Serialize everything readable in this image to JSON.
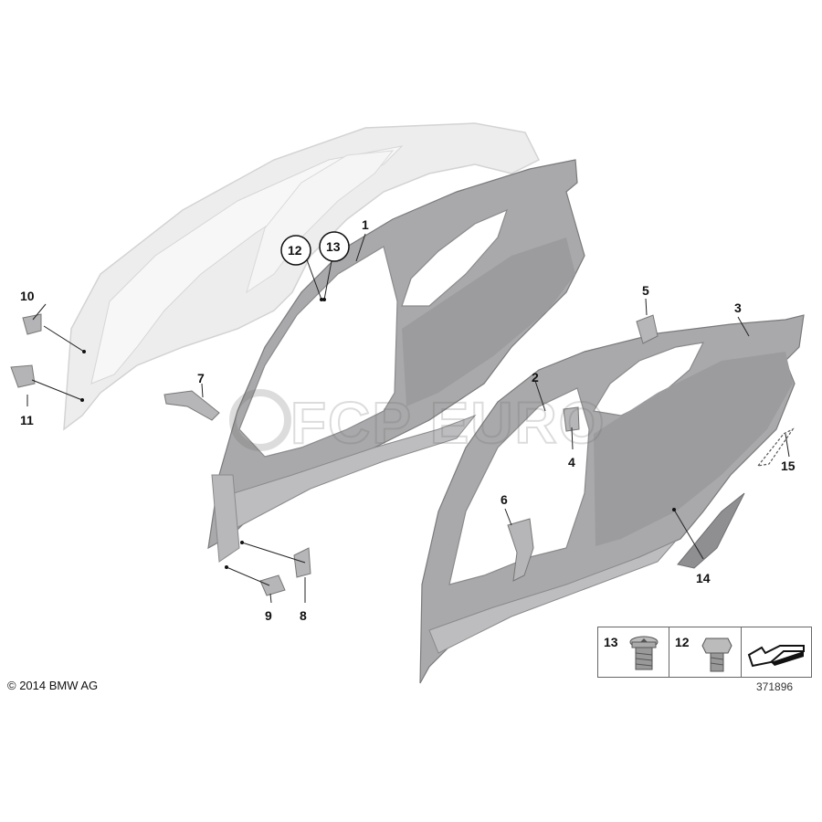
{
  "callouts": {
    "c1": "1",
    "c2": "2",
    "c3": "3",
    "c4": "4",
    "c5": "5",
    "c6": "6",
    "c7": "7",
    "c8": "8",
    "c9": "9",
    "c10": "10",
    "c11": "11",
    "c12": "12",
    "c13": "13",
    "c14": "14",
    "c15": "15"
  },
  "legend": {
    "item_a": "13",
    "item_b": "12"
  },
  "copyright": "© 2014 BMW AG",
  "diagram_id": "371896",
  "watermark": "FCP EURO",
  "colors": {
    "ghost_body": "#e6e6e6",
    "panel_mid": "#a9a9ab",
    "panel_light": "#c9c9cb",
    "panel_dark": "#8d8d90",
    "line": "#222222"
  }
}
